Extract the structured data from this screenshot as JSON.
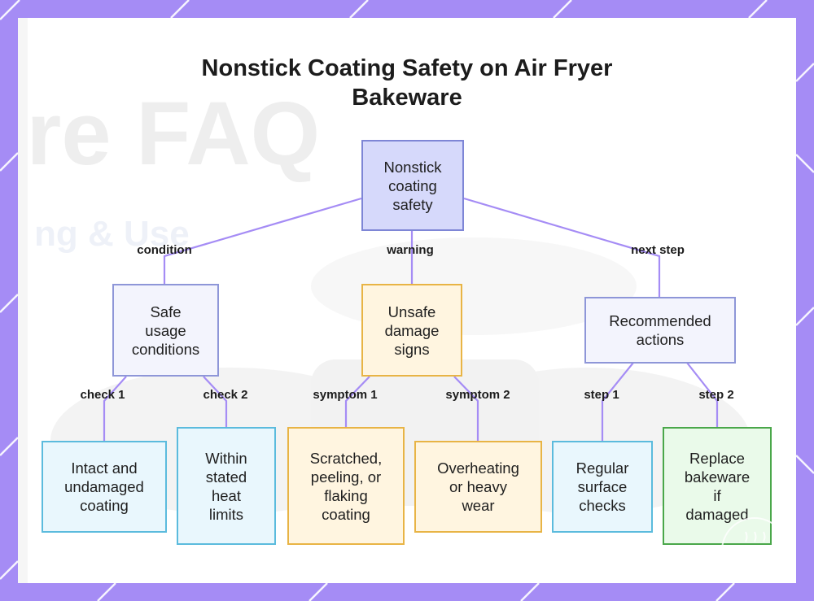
{
  "diagram": {
    "title_line1": "Nonstick Coating Safety on Air Fryer",
    "title_line2": "Bakeware",
    "root": "Nonstick\ncoating\nsafety",
    "branches": {
      "left": {
        "edge": "condition",
        "node": "Safe\nusage\nconditions",
        "children": [
          {
            "edge": "check 1",
            "node": "Intact and\nundamaged\ncoating"
          },
          {
            "edge": "check 2",
            "node": "Within\nstated\nheat\nlimits"
          }
        ]
      },
      "middle": {
        "edge": "warning",
        "node": "Unsafe\ndamage\nsigns",
        "children": [
          {
            "edge": "symptom 1",
            "node": "Scratched,\npeeling, or\nflaking\ncoating"
          },
          {
            "edge": "symptom 2",
            "node": "Overheating\nor heavy\nwear"
          }
        ]
      },
      "right": {
        "edge": "next step",
        "node": "Recommended\nactions",
        "children": [
          {
            "edge": "step 1",
            "node": "Regular\nsurface\nchecks"
          },
          {
            "edge": "step 2",
            "node": "Replace\nbakeware\nif\ndamaged"
          }
        ]
      }
    },
    "background_text": [
      "ire FAQ",
      "ng & Use"
    ]
  },
  "colors": {
    "frame": "#a58cf5",
    "edge": "#a58cf5",
    "root_fill": "#d6d9fb",
    "orange_border": "#e8b445",
    "blue_border": "#5bbbdd",
    "green_border": "#4aa74a"
  }
}
